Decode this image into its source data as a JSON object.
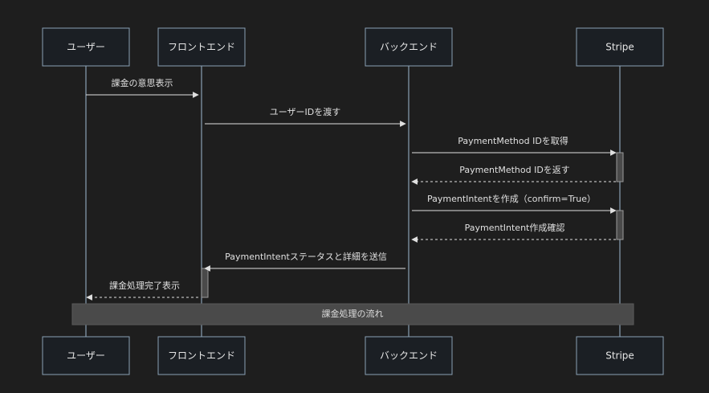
{
  "participants": [
    {
      "id": "user",
      "label": "ユーザー"
    },
    {
      "id": "frontend",
      "label": "フロントエンド"
    },
    {
      "id": "backend",
      "label": "バックエンド"
    },
    {
      "id": "stripe",
      "label": "Stripe"
    }
  ],
  "messages": [
    {
      "from": "user",
      "to": "frontend",
      "label": "課金の意思表示",
      "style": "solid"
    },
    {
      "from": "frontend",
      "to": "backend",
      "label": "ユーザーIDを渡す",
      "style": "solid"
    },
    {
      "from": "backend",
      "to": "stripe",
      "label": "PaymentMethod IDを取得",
      "style": "solid"
    },
    {
      "from": "stripe",
      "to": "backend",
      "label": "PaymentMethod IDを返す",
      "style": "dashed"
    },
    {
      "from": "backend",
      "to": "stripe",
      "label": "PaymentIntentを作成（confirm=True）",
      "style": "solid"
    },
    {
      "from": "stripe",
      "to": "backend",
      "label": "PaymentIntent作成確認",
      "style": "dashed"
    },
    {
      "from": "backend",
      "to": "frontend",
      "label": "PaymentIntentステータスと詳細を送信",
      "style": "solid"
    },
    {
      "from": "frontend",
      "to": "user",
      "label": "課金処理完了表示",
      "style": "dashed"
    }
  ],
  "note": {
    "label": "課金処理の流れ"
  },
  "colors": {
    "background": "#1e1e1e",
    "box_border": "#8aa0b4",
    "line": "#e0e0e0",
    "activation": "#4a4a4a",
    "note": "#4a4a4a"
  }
}
